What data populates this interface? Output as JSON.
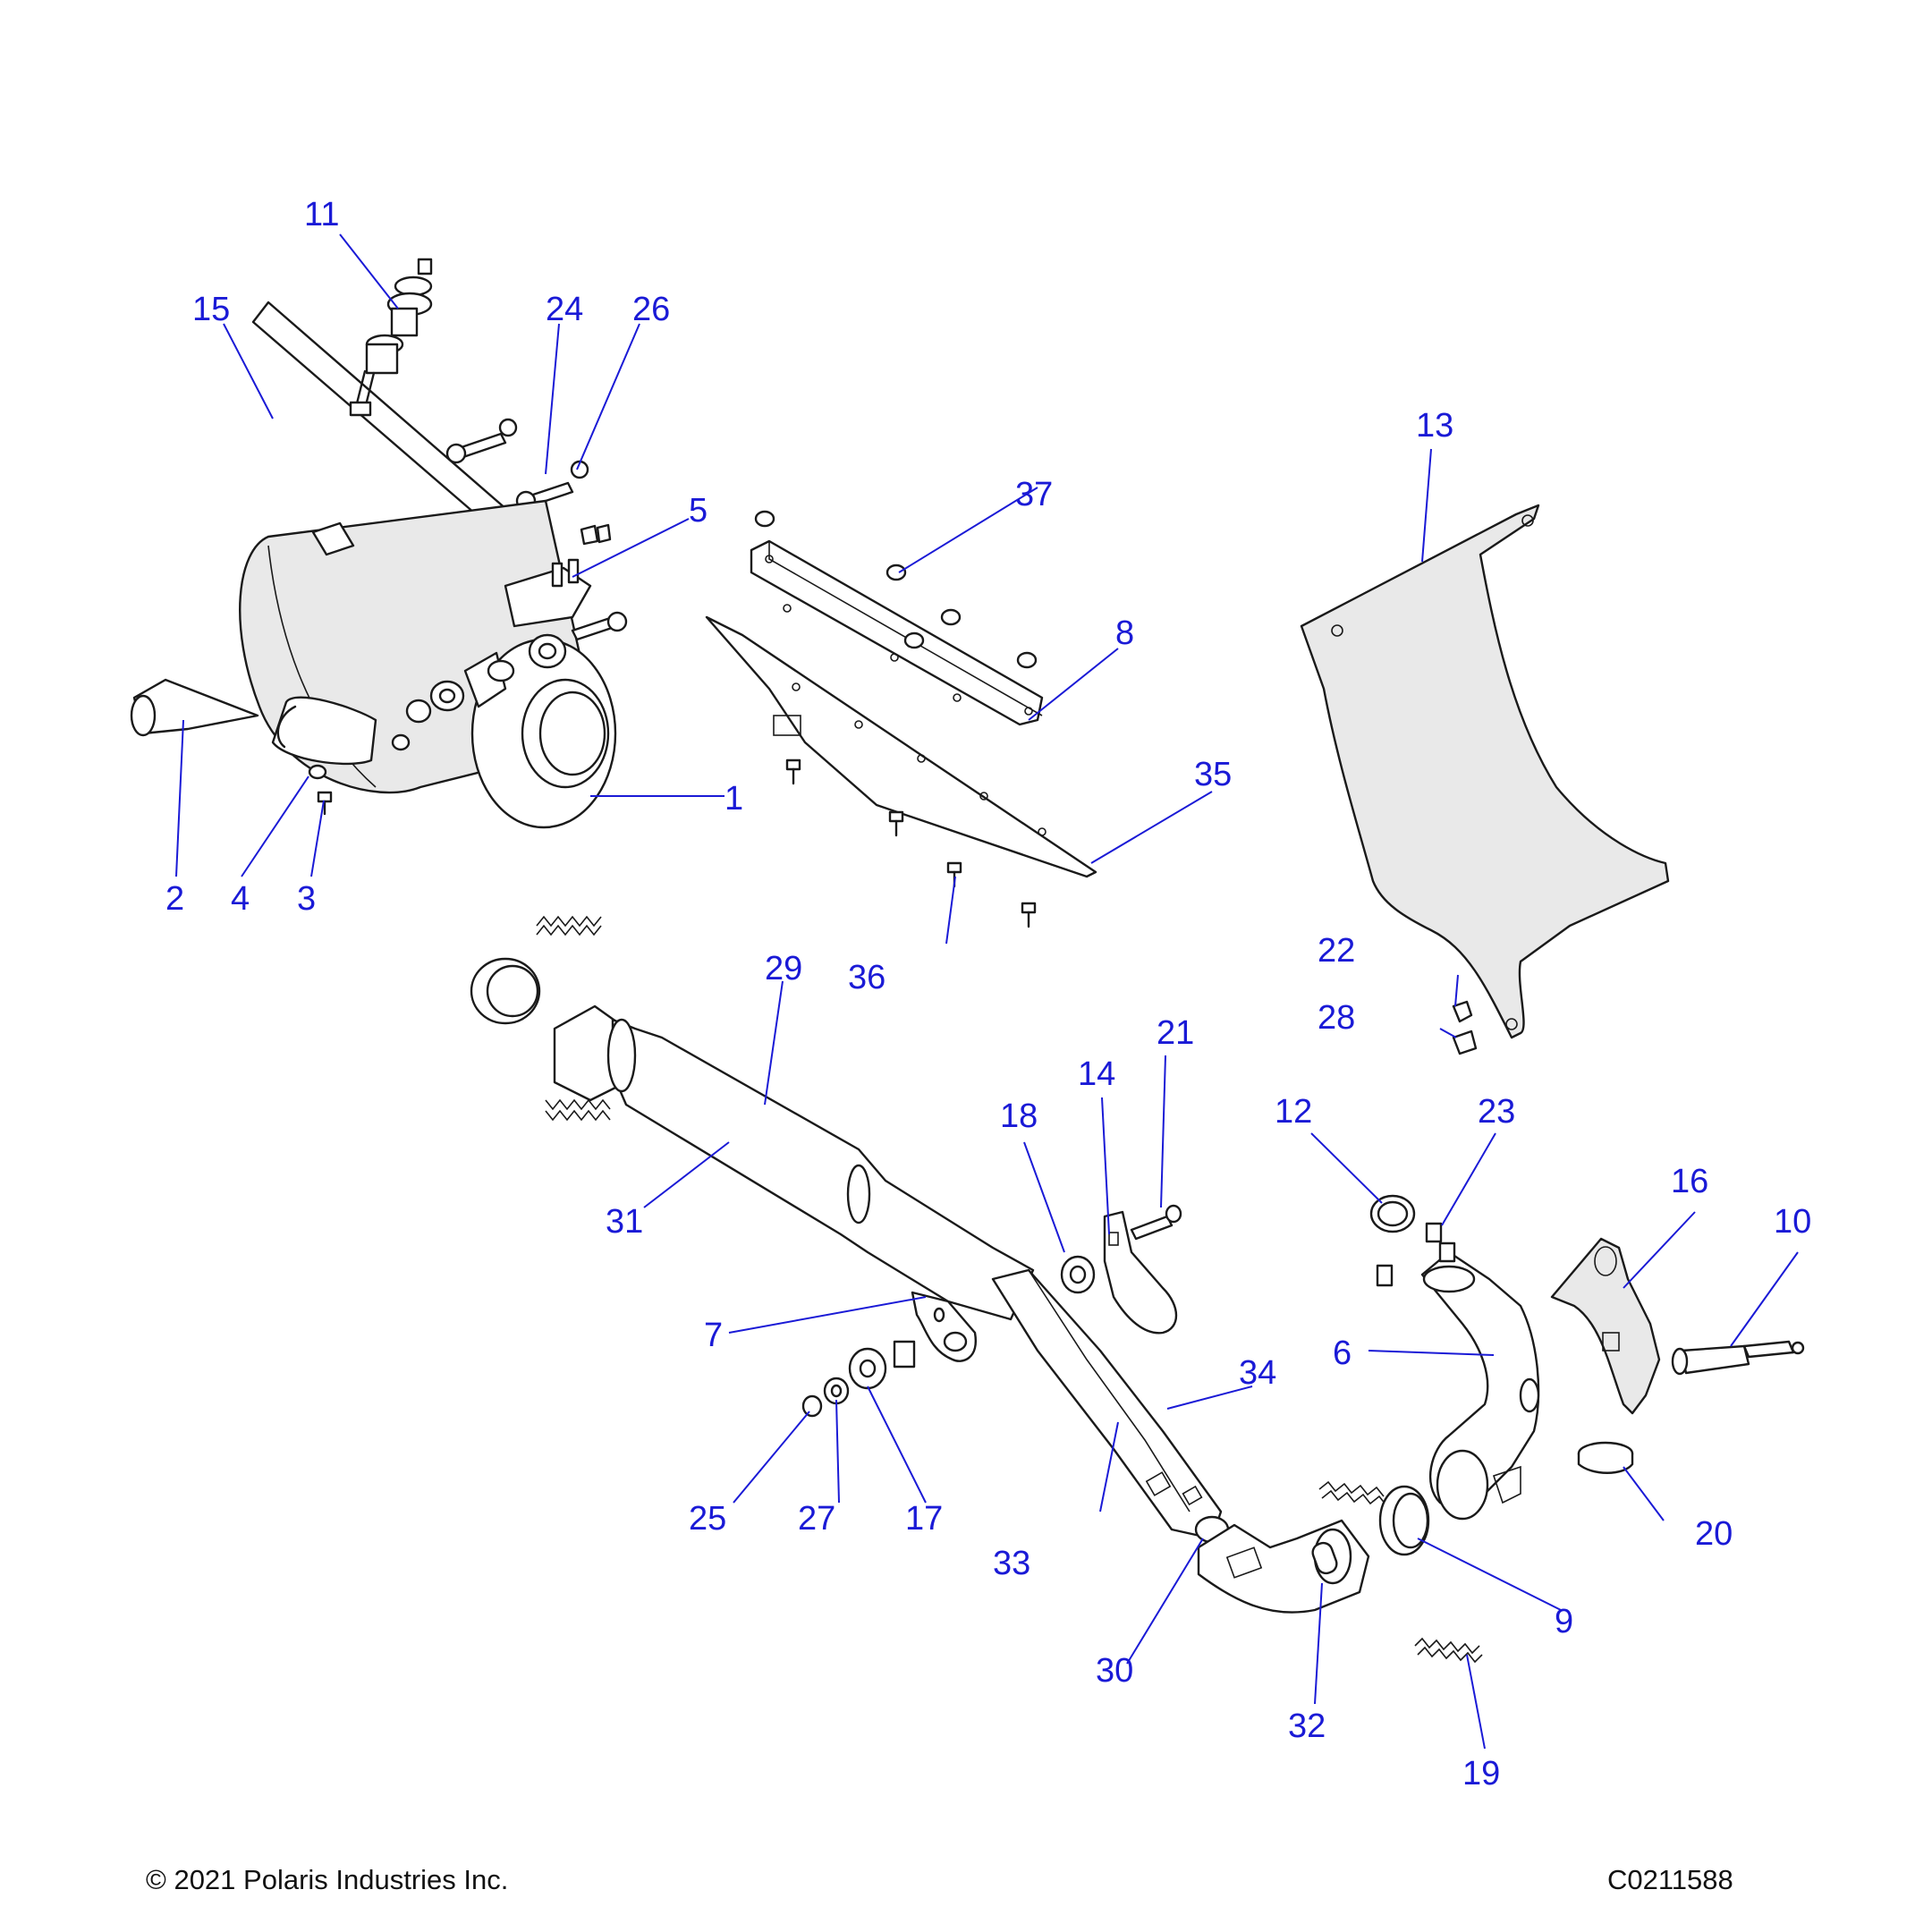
{
  "footer": {
    "copyright": "© 2021 Polaris Industries Inc.",
    "drawing_id": "C0211588"
  },
  "colors": {
    "callout": "#1a1ad6",
    "line": "#1a1a1a"
  },
  "callouts": {
    "c1": "1",
    "c2": "2",
    "c3": "3",
    "c4": "4",
    "c5": "5",
    "c6": "6",
    "c7": "7",
    "c8": "8",
    "c9": "9",
    "c10": "10",
    "c11": "11",
    "c12": "12",
    "c13": "13",
    "c14": "14",
    "c15": "15",
    "c16": "16",
    "c17": "17",
    "c18": "18",
    "c19": "19",
    "c20": "20",
    "c21": "21",
    "c22": "22",
    "c23": "23",
    "c24": "24",
    "c25": "25",
    "c26": "26",
    "c27": "27",
    "c28": "28",
    "c29": "29",
    "c30": "30",
    "c31": "31",
    "c32": "32",
    "c33": "33",
    "c34": "34",
    "c35": "35",
    "c36": "36",
    "c37": "37"
  }
}
